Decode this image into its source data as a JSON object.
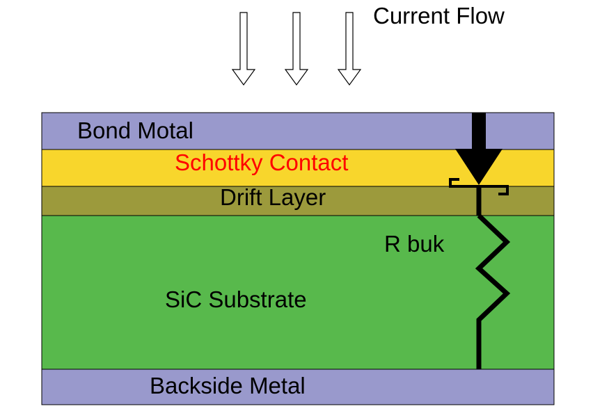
{
  "diagram": {
    "current_flow_label": "Current Flow",
    "resistor_label": "R buk",
    "layers": [
      {
        "id": "bond-metal",
        "label": "Bond Motal",
        "color": "#9999cc",
        "label_color": "#000000"
      },
      {
        "id": "schottky-contact",
        "label": "Schottky Contact",
        "color": "#f8d62c",
        "label_color": "#ff0000"
      },
      {
        "id": "drift-layer",
        "label": "Drift Layer",
        "color": "#9c9a3c",
        "label_color": "#000000"
      },
      {
        "id": "sic-substrate",
        "label": "SiC Substrate",
        "color": "#58b94c",
        "label_color": "#000000"
      },
      {
        "id": "backside-metal",
        "label": "Backside Metal",
        "color": "#9999cc",
        "label_color": "#000000"
      }
    ],
    "arrow_count": 3,
    "symbol_color": "#000000"
  }
}
